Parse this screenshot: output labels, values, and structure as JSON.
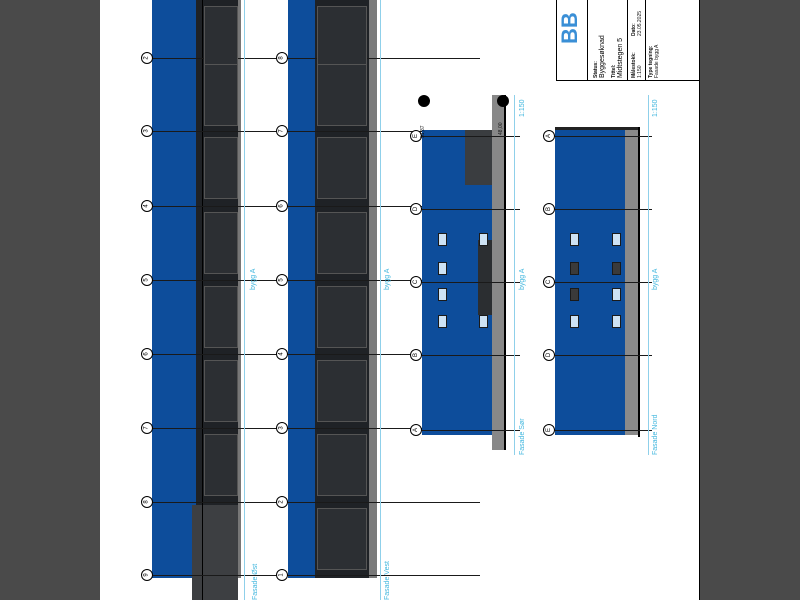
{
  "elevations": {
    "east": {
      "caption": "Fasade Øst",
      "building": "bygg A",
      "axes": [
        "2",
        "3",
        "4",
        "5",
        "6",
        "7",
        "8",
        "9"
      ]
    },
    "west": {
      "caption": "Fasade Vest",
      "building": "bygg A",
      "axes": [
        "8",
        "7",
        "6",
        "5",
        "4",
        "3",
        "2",
        "1"
      ]
    },
    "south": {
      "caption": "Fasade Sør",
      "building": "bygg A",
      "scale": "1:150",
      "axes": [
        "E",
        "D",
        "C",
        "B",
        "A"
      ],
      "level_top": "51,87",
      "level_ridge": "48,00"
    },
    "north": {
      "caption": "Fasade Nord",
      "building": "bygg A",
      "scale": "1:150",
      "axes": [
        "A",
        "B",
        "C",
        "D",
        "E"
      ]
    }
  },
  "title_block": {
    "logo": "BB",
    "status_label": "Status:",
    "status_value": "Byggesøknad",
    "title_label": "Tittel:",
    "title_value": "Midtstegen 5",
    "scale_label": "Målestokk:",
    "scale_value": "1:150",
    "date_label": "Dato:",
    "date_value": "23.05.2025",
    "type_label": "Type tegning:",
    "type_value": "Fasade bygg A"
  },
  "colors": {
    "cladding": "#0d4d9b",
    "annotation": "#3fb6de",
    "panel": "#2c2f33"
  }
}
